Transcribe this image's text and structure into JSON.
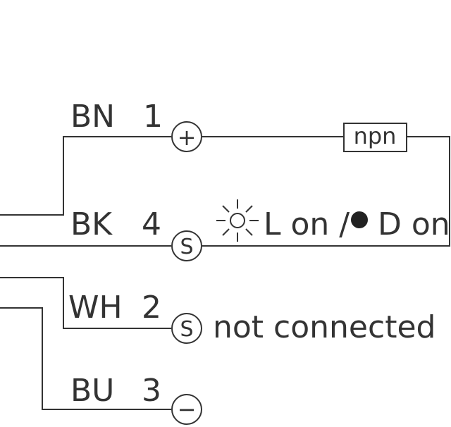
{
  "wires": [
    {
      "color_code": "BN",
      "pin": "1",
      "terminal": "+"
    },
    {
      "color_code": "BK",
      "pin": "4",
      "terminal": "S"
    },
    {
      "color_code": "WH",
      "pin": "2",
      "terminal": "S"
    },
    {
      "color_code": "BU",
      "pin": "3",
      "terminal": "−"
    }
  ],
  "output_type": "npn",
  "switching": {
    "light_on_icon": "sun-icon",
    "light_on_text": "L on /",
    "dark_on_icon": "dot-icon",
    "dark_on_text": "D on"
  },
  "not_connected_text": "not connected",
  "colors": {
    "line": "#333333",
    "background": "#ffffff"
  }
}
